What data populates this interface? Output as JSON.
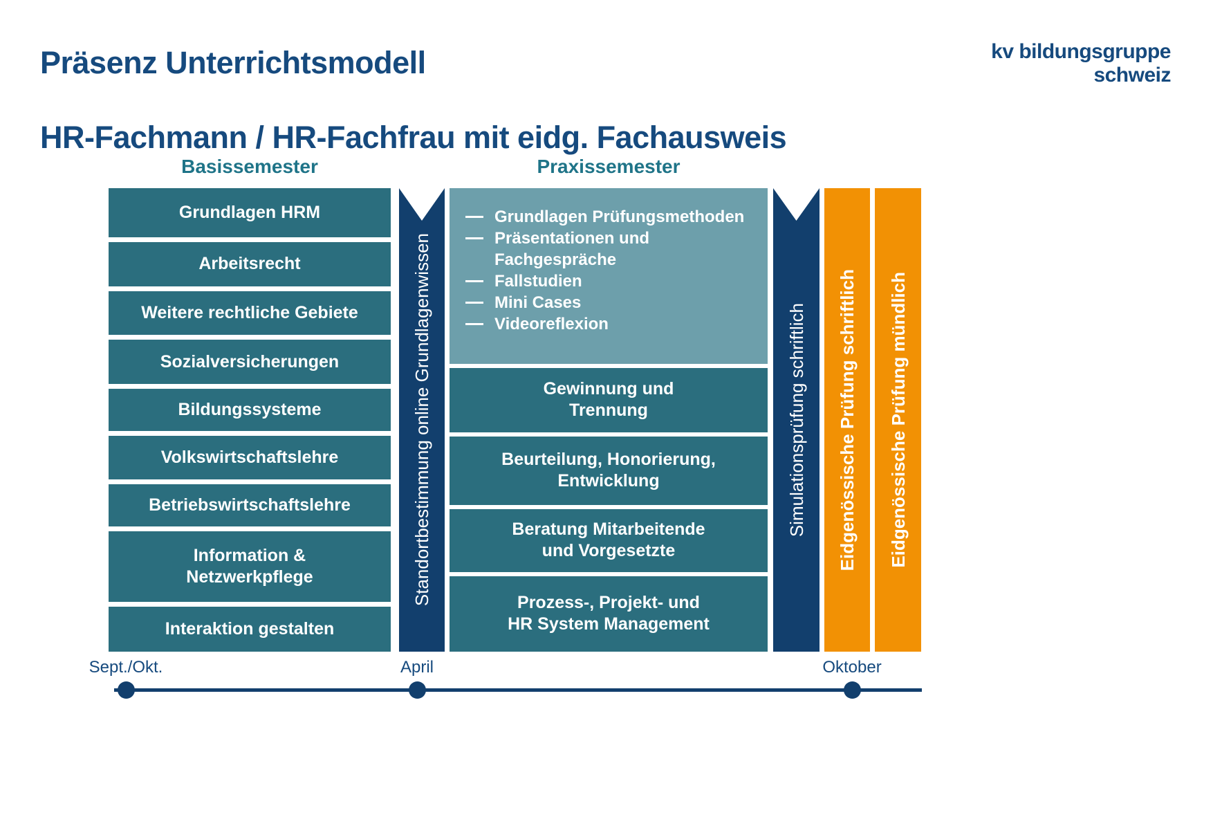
{
  "page": {
    "title_line1": "Präsenz Unterrichtsmodell",
    "title_line2": "HR-Fachmann / HR-Fachfrau mit eidg. Fachausweis",
    "logo_line1": "kv bildungsgruppe",
    "logo_line2": "schweiz"
  },
  "colors": {
    "navy": "#123f6d",
    "navy_text": "#164a7e",
    "teal": "#2b6e7e",
    "teal_light": "#6d9fab",
    "teal_header": "#1f7488",
    "orange": "#f29104"
  },
  "columns": {
    "basis": {
      "header": "Basissemester",
      "items": [
        "Grundlagen HRM",
        "Arbeitsrecht",
        "Weitere rechtliche Gebiete",
        "Sozialversicherungen",
        "Bildungssysteme",
        "Volkswirtschaftslehre",
        "Betriebswirtschaftslehre",
        "Information &\nNetzwerkpflege",
        "Interaktion gestalten"
      ]
    },
    "praxis": {
      "header": "Praxissemester",
      "list_items": [
        "Grundlagen Prüfungsmethoden",
        "Präsentationen und\nFachgespräche",
        "Fallstudien",
        "Mini Cases",
        "Videoreflexion"
      ],
      "boxes": [
        "Gewinnung und\nTrennung",
        "Beurteilung, Honorierung,\nEntwicklung",
        "Beratung Mitarbeitende\nund Vorgesetzte",
        "Prozess-, Projekt- und\nHR System Management"
      ]
    }
  },
  "banners": {
    "standortbestimmung": "Standortbestimmung online Grundlagenwissen",
    "simulationspruefung": "Simulationsprüfung schriftlich",
    "pruefung_schriftlich": "Eidgenössische Prüfung schriftlich",
    "pruefung_muendlich": "Eidgenössische Prüfung mündlich"
  },
  "timeline": {
    "labels": [
      "Sept./Okt.",
      "April",
      "Oktober"
    ]
  }
}
